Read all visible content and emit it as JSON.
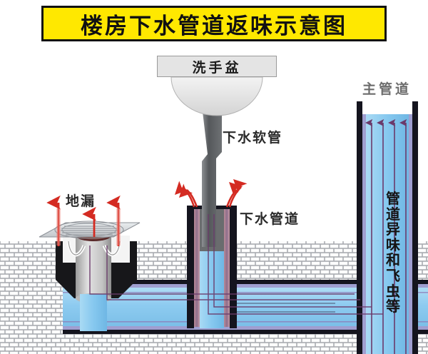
{
  "title": {
    "text": "楼房下水管道返味示意图",
    "banner_fill": "#ffe800",
    "banner_border": "#111111"
  },
  "labels": {
    "basin": "洗手盆",
    "hose": "下水软管",
    "drain_pipe": "下水管道",
    "floor_drain": "地漏",
    "main_pipe": "主管道"
  },
  "vertical_text": {
    "full": "管道异味和飞虫等",
    "chars": [
      "管",
      "道",
      "异",
      "味",
      "和",
      "飞",
      "虫",
      "等"
    ]
  },
  "colors": {
    "banner_yellow": "#ffe800",
    "pipe_water_blue": "#8ecbf0",
    "pipe_wall_purple": "#9f9ed0",
    "pipe_outline": "#141428",
    "arrow_purple": "#6b3a6b",
    "arrow_red": "#d42b22",
    "hose_gray": "#5d5f61",
    "basin_gray": "#e4e4e4",
    "brick_white": "#fdfdfd",
    "brick_mortar": "#a9abb1",
    "trap_black": "#17171a",
    "cylinder_gray": "#c9c9c9"
  },
  "diagram": {
    "type": "plumbing-schematic",
    "components": [
      "washbasin",
      "flexible-drain-hose",
      "floor-drain-with-trap",
      "drain-pipe",
      "horizontal-branch-pipe",
      "main-stack-pipe",
      "brick-floor"
    ],
    "odor_arrows_red_count": 6,
    "odor_arrows_purple_count": 4,
    "flow_direction": "upward-from-main-stack-into-room"
  }
}
